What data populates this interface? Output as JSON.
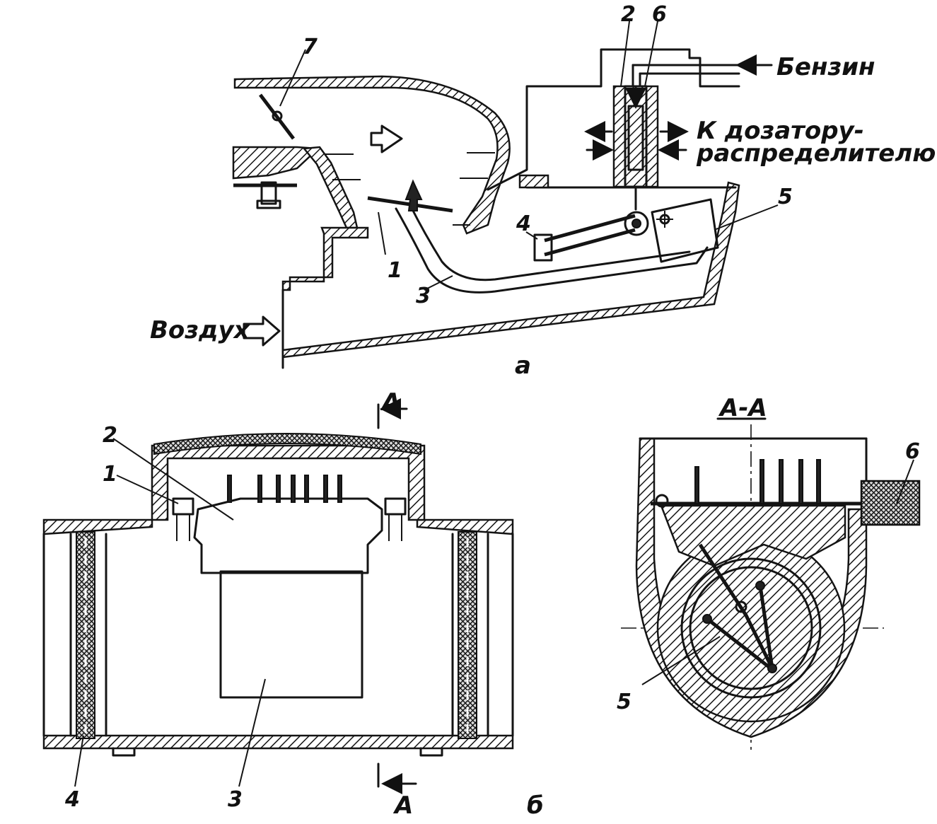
{
  "figure_a": {
    "caption": "а",
    "inlets": {
      "fuel": "Бензин",
      "to_distributor_line1": "К дозатору-",
      "to_distributor_line2": "распределителю",
      "air": "Воздух"
    },
    "callouts": [
      "1",
      "2",
      "3",
      "4",
      "5",
      "6",
      "7"
    ]
  },
  "figure_b": {
    "caption": "б",
    "section_mark": "А",
    "section_title": "А-А",
    "callouts_main": [
      "1",
      "2",
      "3",
      "4"
    ],
    "callouts_section": [
      "5",
      "6"
    ]
  }
}
